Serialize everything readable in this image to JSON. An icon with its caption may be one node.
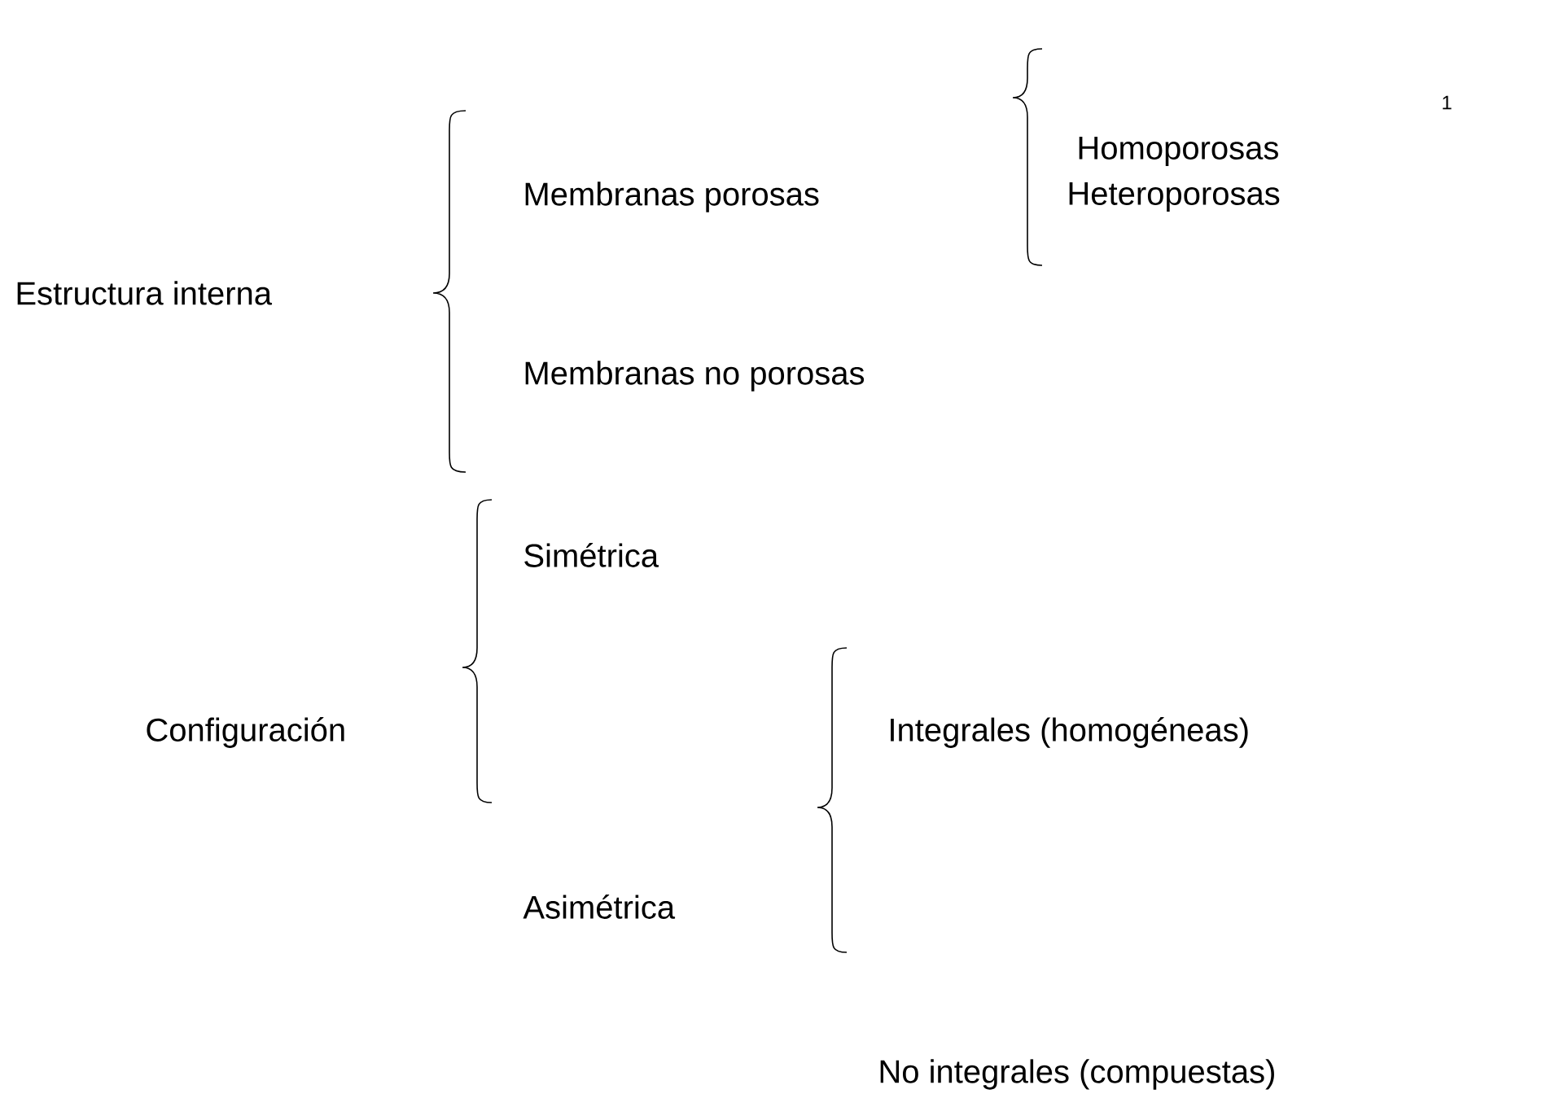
{
  "diagram": {
    "labels": [
      "1",
      "Homoporosas",
      "Membranas porosas",
      "Heteroporosas",
      "Estructura interna",
      "Membranas no porosas",
      "Simétrica",
      "Configuración",
      "Integrales (homogéneas)",
      "Asimétrica",
      "No integrales (compuestas)"
    ]
  }
}
